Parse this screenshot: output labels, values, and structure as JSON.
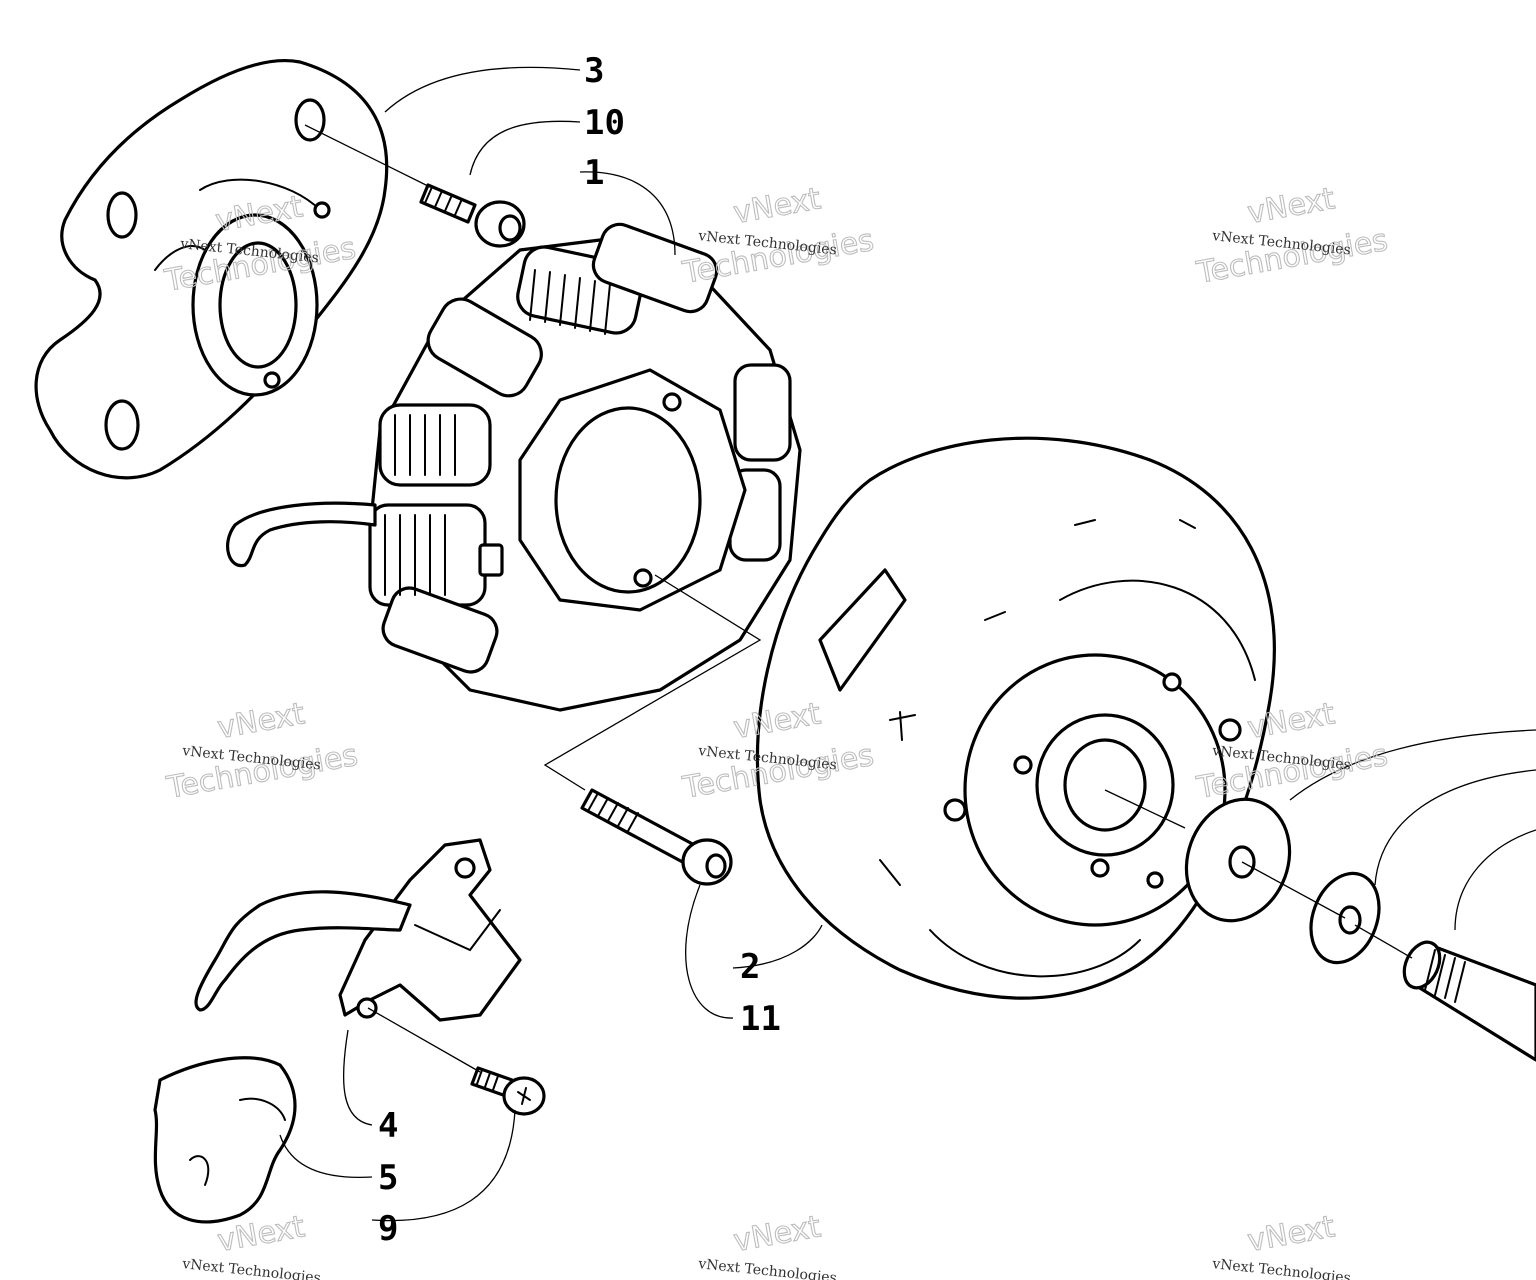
{
  "diagram": {
    "callouts": [
      {
        "id": "c3",
        "label": "3"
      },
      {
        "id": "c10",
        "label": "10"
      },
      {
        "id": "c1",
        "label": "1"
      },
      {
        "id": "c2",
        "label": "2"
      },
      {
        "id": "c11",
        "label": "11"
      },
      {
        "id": "c4",
        "label": "4"
      },
      {
        "id": "c5",
        "label": "5"
      },
      {
        "id": "c9",
        "label": "9"
      }
    ],
    "watermark": {
      "line1": "vNext",
      "line2": "Technologies",
      "small": "vNext Technologies"
    }
  }
}
